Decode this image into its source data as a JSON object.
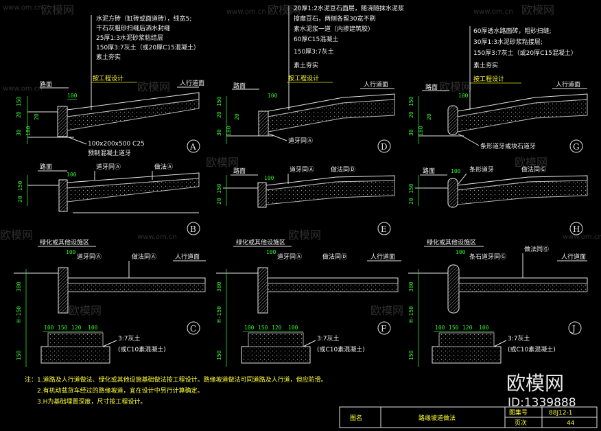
{
  "watermark": {
    "site": "www.om.cn",
    "brand": "欧模网",
    "id": "ID:1339888"
  },
  "sections": {
    "A": {
      "layers": [
        "水泥方砖（缸砖或面道砖），线宽5;",
        "干石灰粗砂扫缝后洒水封缝",
        "25厚1:3水泥砂浆粘结层",
        "150厚3:7灰土（或20厚C15混凝土）",
        "素土夯实"
      ],
      "design_note": "按工程设计",
      "road": "路面",
      "sidewalk": "人行道面",
      "curb_note": "100x200x500 C25",
      "curb_note2": "预制混凝土道牙",
      "dim_top": "100",
      "dims_v": [
        "150",
        "20",
        "30",
        "180",
        "20"
      ]
    },
    "D": {
      "layers": [
        "20厚1:2水泥豆石面层，随浇随抹水泥浆",
        "擦靡豆石，两侧各留30宽不刷",
        "素水泥浆一道（内掺建筑胶）",
        "60厚C15混凝土",
        "150厚3:7灰土",
        "素土夯实"
      ],
      "design_note": "按工程设计",
      "road": "路面",
      "sidewalk": "人行道面",
      "curb_ref": "道牙同Ⓐ",
      "dim_top": "100",
      "dims_v": [
        "150",
        "20",
        "30",
        "180",
        "20"
      ]
    },
    "G": {
      "layers": [
        "60厚透水路面砖，粗砂扫缝;",
        "30厚1:3水泥砂浆粘接层;",
        "150厚3:7灰土（或20厚C15混凝土）",
        "素土夯实"
      ],
      "design_note": "按工程设计",
      "road": "路面",
      "sidewalk": "人行道面",
      "curb_note": "条形道牙或块石道牙",
      "dim_top": "100",
      "dims_v": [
        "150",
        "20",
        "30",
        "180",
        "20"
      ]
    },
    "B": {
      "road": "路面",
      "curb_ref": "道牙同Ⓐ",
      "method_ref": "做法Ⓐ",
      "dim_top": "100",
      "dims_v": [
        "150",
        "20"
      ]
    },
    "E": {
      "road": "路面",
      "curb_ref": "道牙同Ⓐ",
      "method_ref": "做法同Ⓓ",
      "dim_top": "100",
      "dims_v": [
        "150",
        "20"
      ]
    },
    "H": {
      "road": "路面",
      "curb_ref": "条形道牙",
      "method_ref": "做法同Ⓖ",
      "dim_top": "100",
      "dims_v": [
        "150",
        "20"
      ]
    },
    "C": {
      "zone": "绿化或其他设施区",
      "curb_ref": "道牙同Ⓐ",
      "method_ref": "做法同Ⓐ",
      "sidewalk": "人行道面",
      "dim_top": "100",
      "dims_v": [
        "380",
        "H-150",
        "150"
      ],
      "dims_h": [
        "100",
        "150",
        "120",
        "100"
      ],
      "base": "3:7灰土",
      "base2": "(或C10素混凝土)"
    },
    "F": {
      "zone": "绿化或其他设施区",
      "curb_ref": "道牙同Ⓐ",
      "method_ref": "做法同Ⓓ",
      "sidewalk": "人行道面",
      "dim_top": "100",
      "dims_v": [
        "380",
        "H-150",
        "150"
      ],
      "dims_h": [
        "100",
        "150",
        "120",
        "100"
      ],
      "base": "3:7灰土",
      "base2": "(或C10素混凝土)"
    },
    "J": {
      "zone": "绿化或其他设施区",
      "curb_ref": "条石道牙同Ⓖ",
      "method_ref": "做法同Ⓖ",
      "sidewalk": "人行道面",
      "dim_top": "100",
      "dims_v": [
        "380",
        "H-150",
        "150"
      ],
      "dims_h": [
        "100",
        "150",
        "120",
        "100"
      ],
      "base": "3:7灰土",
      "base2": "(或C10素混凝土)"
    }
  },
  "notes": [
    "注：1.道路及人行道做法、绿化或其他设施基础做法按工程设计。路缘坡道做法可同道路及人行道，但应防滑。",
    "2.有机动载货车经过的路缘坡道，宜在设计中另行计算确定。",
    "3.H为基础埋置深度，尺寸按工程设计。"
  ],
  "title_block": {
    "label": "图名",
    "title": "路缘坡道做法",
    "code_label": "图集号",
    "code": "88J12-1",
    "page_label": "页次",
    "page": "44"
  },
  "colors": {
    "line": "#e6e6e6",
    "dim": "#2ee62e",
    "text_hl": "#ffff33"
  }
}
